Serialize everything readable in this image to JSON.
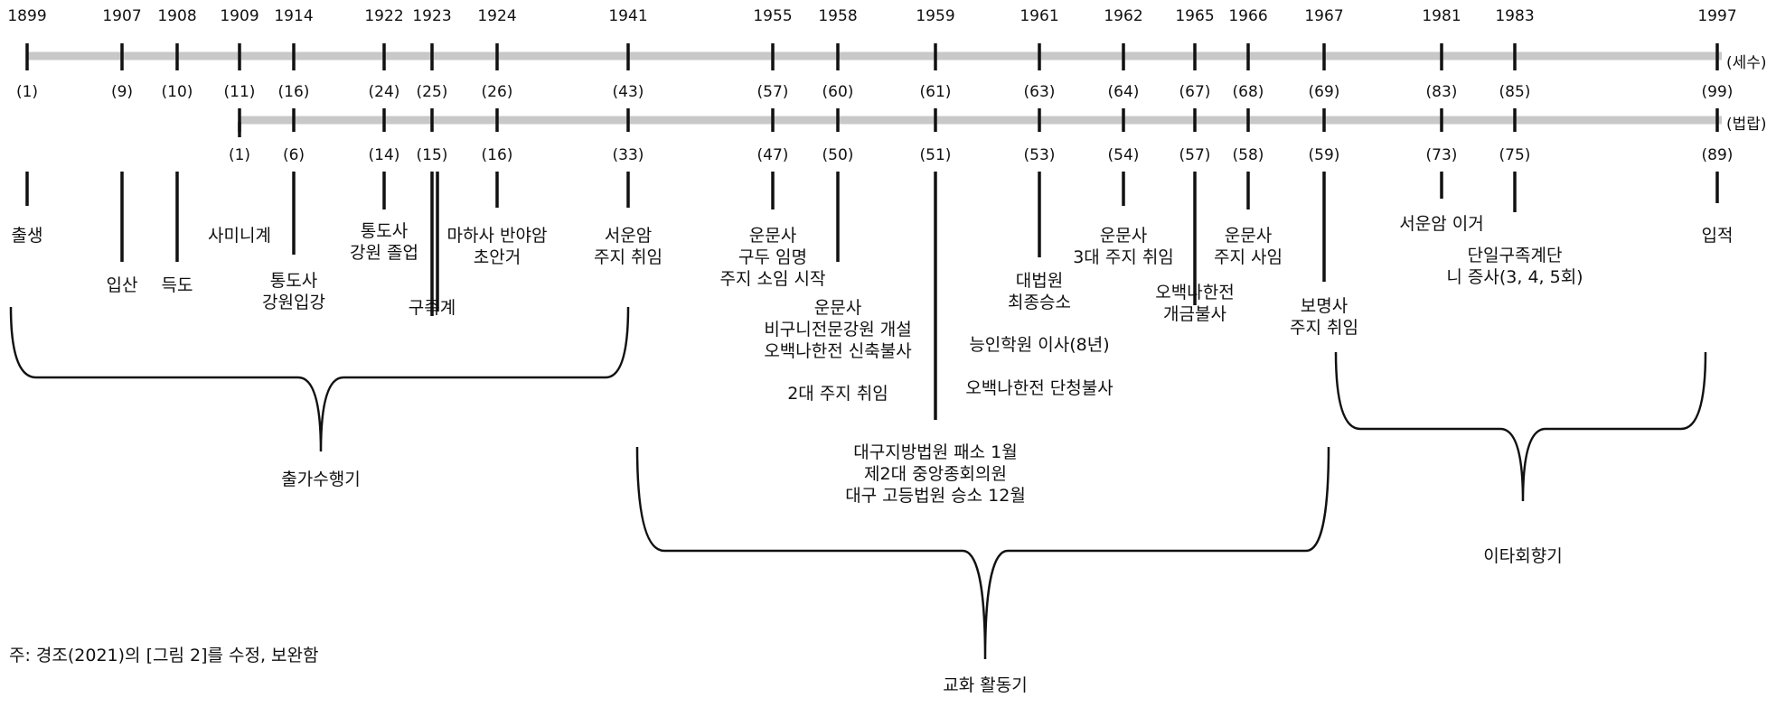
{
  "axis_labels": {
    "age": "(세수)",
    "dharma": "(법랍)"
  },
  "timeline": [
    {
      "year": "1899",
      "age": "(1)",
      "event": "출생"
    },
    {
      "year": "1907",
      "age": "(9)",
      "event": "입산"
    },
    {
      "year": "1908",
      "age": "(10)",
      "event": "득도"
    },
    {
      "year": "1909",
      "age": "(11)",
      "dharma": "(1)",
      "event": "사미니계"
    },
    {
      "year": "1914",
      "age": "(16)",
      "dharma": "(6)",
      "event": "통도사\n강원입강"
    },
    {
      "year": "1922",
      "age": "(24)",
      "dharma": "(14)",
      "event": "통도사\n강원 졸업"
    },
    {
      "year": "1923",
      "age": "(25)",
      "dharma": "(15)",
      "event": "구족계"
    },
    {
      "year": "1924",
      "age": "(26)",
      "dharma": "(16)",
      "event": "마하사 반야암\n초안거"
    },
    {
      "year": "1941",
      "age": "(43)",
      "dharma": "(33)",
      "event": "서운암\n주지 취임"
    },
    {
      "year": "1955",
      "age": "(57)",
      "dharma": "(47)",
      "event": "운문사\n구두 임명\n주지 소임 시작"
    },
    {
      "year": "1958",
      "age": "(60)",
      "dharma": "(50)",
      "event": "운문사\n비구니전문강원 개설\n오백나한전 신축불사\n\n2대 주지 취임"
    },
    {
      "year": "1959",
      "age": "(61)",
      "dharma": "(51)",
      "event": "대구지방법원 패소 1월\n제2대 중앙종회의원\n대구 고등법원 승소 12월"
    },
    {
      "year": "1961",
      "age": "(63)",
      "dharma": "(53)",
      "event": "대법원\n최종승소\n\n능인학원 이사(8년)\n\n오백나한전 단청불사"
    },
    {
      "year": "1962",
      "age": "(64)",
      "dharma": "(54)",
      "event": "운문사\n3대 주지 취임"
    },
    {
      "year": "1965",
      "age": "(67)",
      "dharma": "(57)",
      "event": "오백나한전\n개금불사"
    },
    {
      "year": "1966",
      "age": "(68)",
      "dharma": "(58)",
      "event": "운문사\n주지 사임"
    },
    {
      "year": "1967",
      "age": "(69)",
      "dharma": "(59)",
      "event": "보명사\n주지 취임"
    },
    {
      "year": "1981",
      "age": "(83)",
      "dharma": "(73)",
      "event": "서운암 이거"
    },
    {
      "year": "1983",
      "age": "(85)",
      "dharma": "(75)",
      "event": "단일구족계단\n니 증사(3, 4, 5회)"
    },
    {
      "year": "1997",
      "age": "(99)",
      "dharma": "(89)",
      "event": "입적"
    }
  ],
  "phases": [
    {
      "label": "출가수행기"
    },
    {
      "label": "교화 활동기"
    },
    {
      "label": "이타회향기"
    }
  ],
  "note": "주: 경조(2021)의 [그림 2]를 수정, 보완함",
  "colors": {
    "bar": "#c8c8c8",
    "ink": "#111111"
  }
}
